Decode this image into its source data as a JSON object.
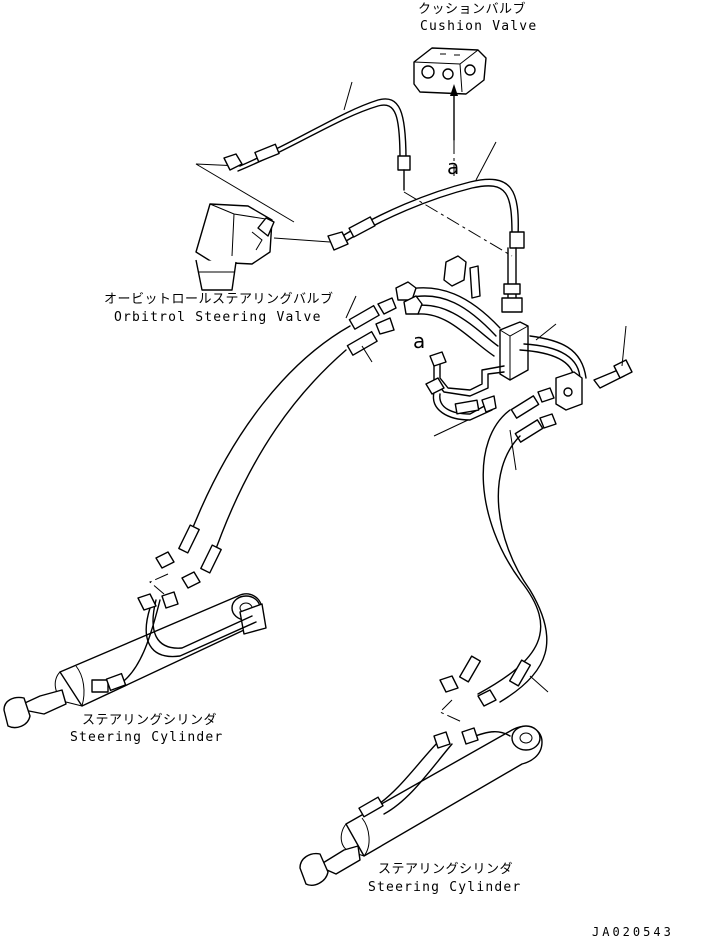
{
  "labels": {
    "cushion_valve_jp": "クッションバルブ",
    "cushion_valve_en": "Cushion Valve",
    "orbitrol_jp": "オービットロールステアリングバルブ",
    "orbitrol_en": "Orbitrol Steering Valve",
    "cylinder_left_jp": "ステアリングシリンダ",
    "cylinder_left_en": "Steering Cylinder",
    "cylinder_right_jp": "ステアリングシリンダ",
    "cylinder_right_en": "Steering Cylinder",
    "view_ref_top": "a",
    "view_ref_mid": "a"
  },
  "drawing_number": "JA020543"
}
